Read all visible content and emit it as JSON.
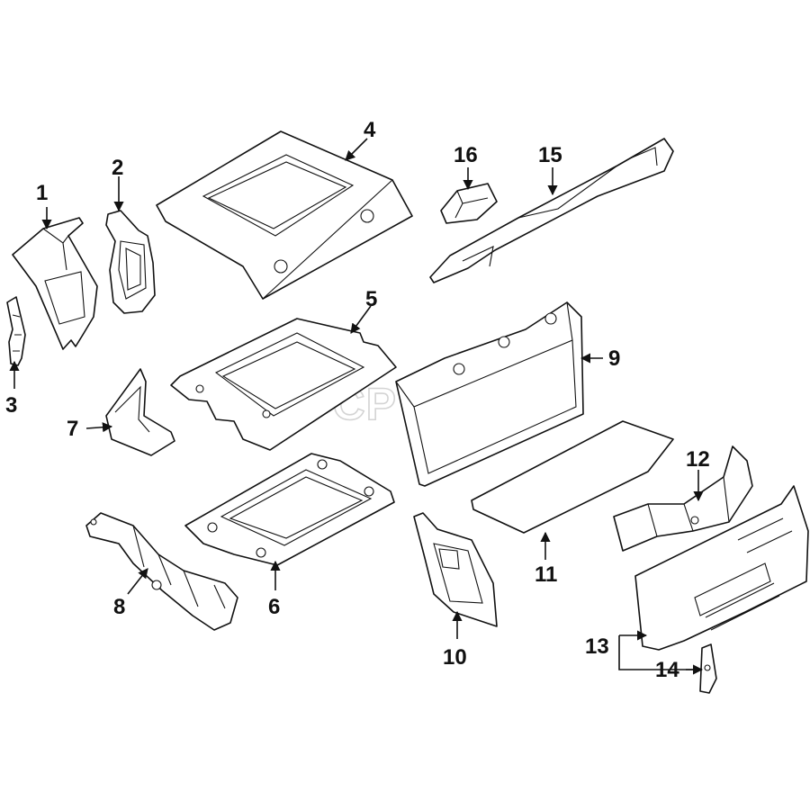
{
  "diagram": {
    "watermark": "FCP EURO",
    "callouts": [
      {
        "id": "1",
        "label": "1"
      },
      {
        "id": "2",
        "label": "2"
      },
      {
        "id": "3",
        "label": "3"
      },
      {
        "id": "4",
        "label": "4"
      },
      {
        "id": "5",
        "label": "5"
      },
      {
        "id": "6",
        "label": "6"
      },
      {
        "id": "7",
        "label": "7"
      },
      {
        "id": "8",
        "label": "8"
      },
      {
        "id": "9",
        "label": "9"
      },
      {
        "id": "10",
        "label": "10"
      },
      {
        "id": "11",
        "label": "11"
      },
      {
        "id": "12",
        "label": "12"
      },
      {
        "id": "13",
        "label": "13"
      },
      {
        "id": "14",
        "label": "14"
      },
      {
        "id": "15",
        "label": "15"
      },
      {
        "id": "16",
        "label": "16"
      }
    ]
  }
}
